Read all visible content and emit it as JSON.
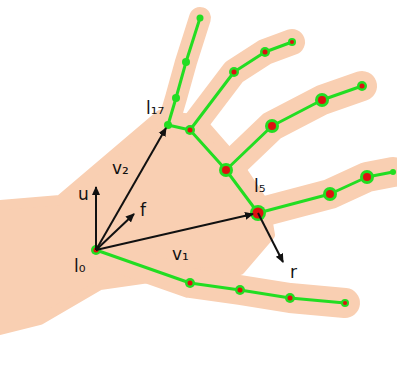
{
  "diagram": {
    "labels": [
      "u",
      "v₂",
      "l₁₇",
      "f",
      "l₅",
      "v₁",
      "r",
      "l₀"
    ]
  }
}
